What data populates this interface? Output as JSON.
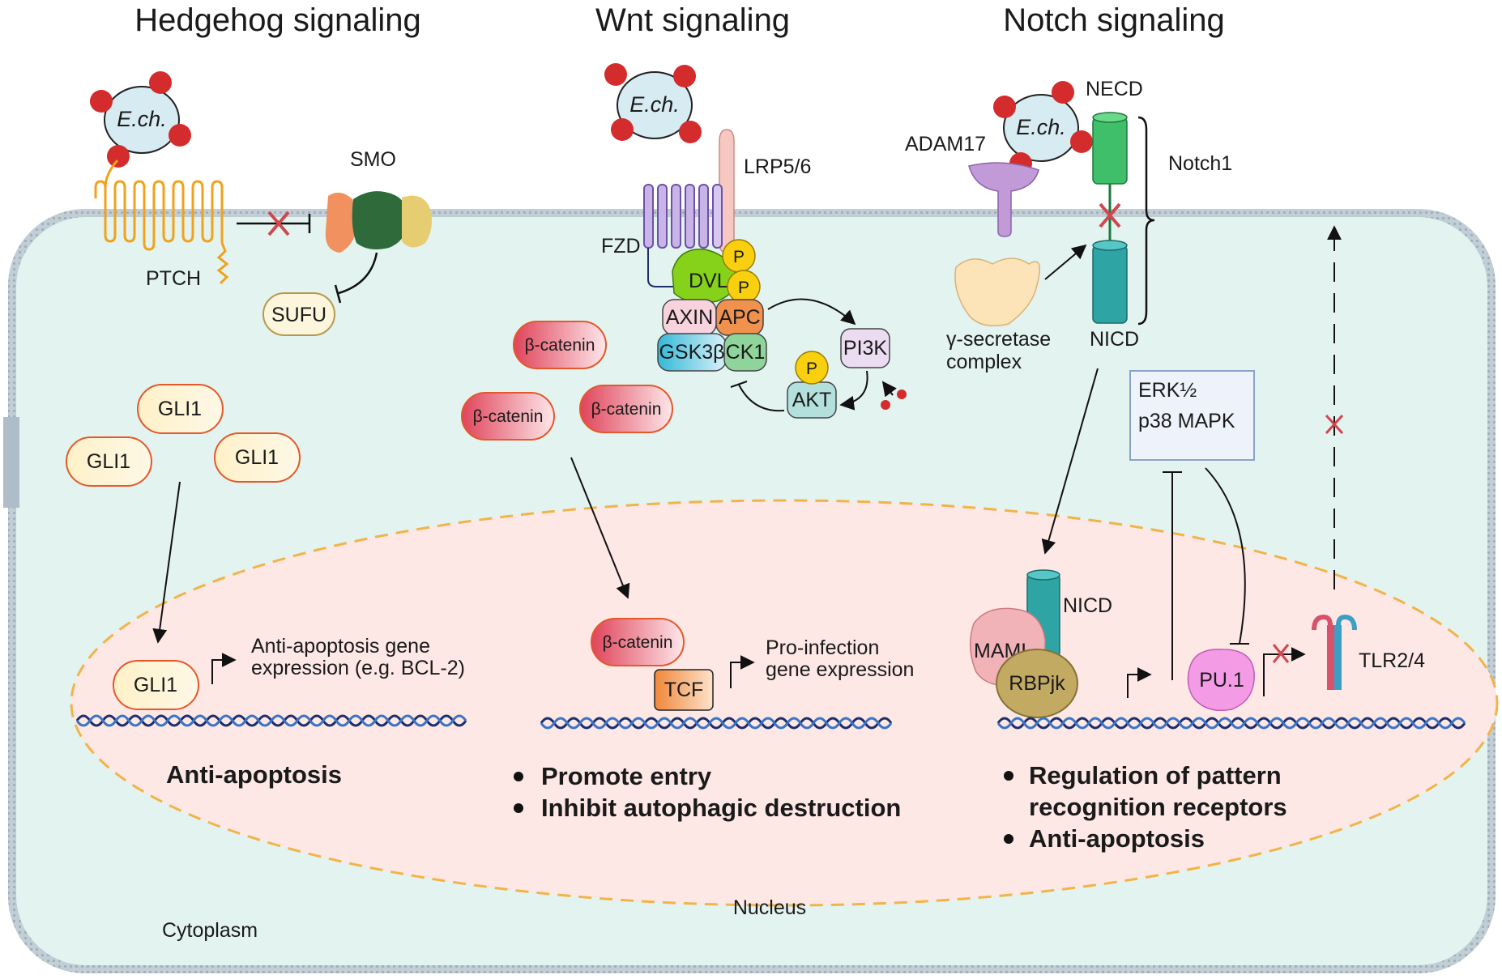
{
  "titles": {
    "hedgehog": "Hedgehog signaling",
    "wnt": "Wnt signaling",
    "notch": "Notch signaling"
  },
  "pathogen_label": "E.ch.",
  "hedgehog": {
    "ptch": "PTCH",
    "smo": "SMO",
    "sufu": "SUFU",
    "gli1": "GLI1",
    "gene_expr_line1": "Anti-apoptosis gene",
    "gene_expr_line2": "expression (e.g. BCL-2)",
    "outcome": "Anti-apoptosis"
  },
  "wnt": {
    "lrp": "LRP5/6",
    "fzd": "FZD",
    "p": "P",
    "dvl": "DVL",
    "axin": "AXIN",
    "apc": "APC",
    "gsk": "GSK3β",
    "ck1": "CK1",
    "pi3k": "PI3K",
    "akt": "AKT",
    "beta_catenin": "β-catenin",
    "tcf": "TCF",
    "gene_expr_line1": "Pro-infection",
    "gene_expr_line2": "gene expression",
    "outcome1": "Promote entry",
    "outcome2": "Inhibit autophagic destruction"
  },
  "notch": {
    "necd": "NECD",
    "adam17": "ADAM17",
    "notch1": "Notch1",
    "gamma_line1": "γ-secretase",
    "gamma_line2": "complex",
    "nicd": "NICD",
    "erk": "ERK½",
    "p38": "p38 MAPK",
    "maml": "MAML",
    "rbpjk": "RBPjk",
    "pu1": "PU.1",
    "tlr": "TLR2/4",
    "outcome1_line1": "Regulation of pattern",
    "outcome1_line2": "recognition receptors",
    "outcome2": "Anti-apoptosis"
  },
  "compartments": {
    "nucleus": "Nucleus",
    "cytoplasm": "Cytoplasm"
  },
  "colors": {
    "membrane": "#b9c7cf",
    "cytoplasm": "#e3f3ef",
    "nucleus": "#fde8e6",
    "pathogen": "#d7ebf2",
    "dot": "#d42c2c"
  }
}
